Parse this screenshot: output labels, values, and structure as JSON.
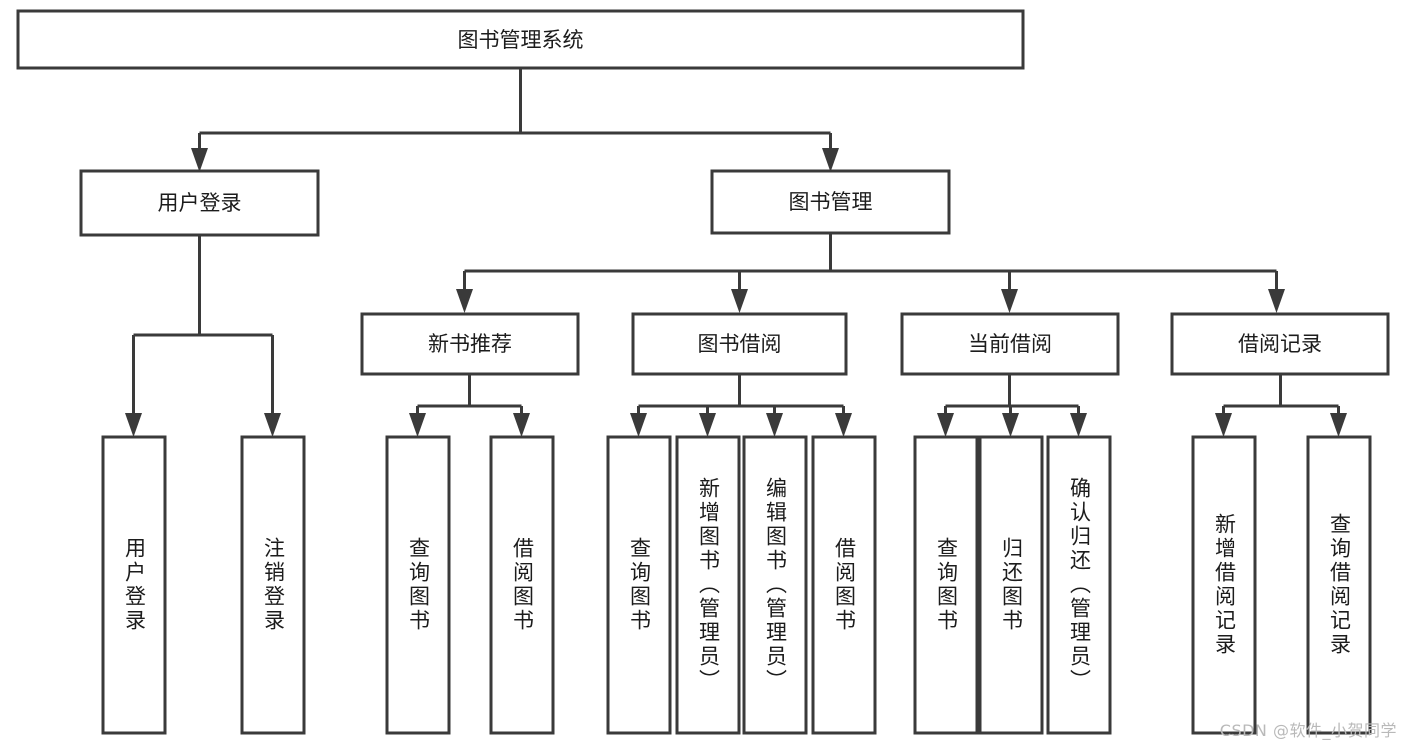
{
  "diagram": {
    "title": "图书管理系统",
    "watermark": "CSDN @软件_小贺同学",
    "type": "tree-hierarchy",
    "orientation": "top-down",
    "colors": {
      "stroke": "#3a3a3a",
      "fill": "#ffffff",
      "text": "#1c1c1c",
      "background": "#ffffff",
      "watermark": "#b9b9b9"
    },
    "nodes": {
      "root": {
        "label": "图书管理系统",
        "level": 1,
        "orientation": "horizontal"
      },
      "level2": [
        {
          "id": "user-login",
          "label": "用户登录",
          "orientation": "horizontal"
        },
        {
          "id": "book-manage",
          "label": "图书管理",
          "orientation": "horizontal"
        }
      ],
      "level3": [
        {
          "id": "new-book-rec",
          "label": "新书推荐",
          "orientation": "horizontal"
        },
        {
          "id": "book-borrow",
          "label": "图书借阅",
          "orientation": "horizontal"
        },
        {
          "id": "current-borrow",
          "label": "当前借阅",
          "orientation": "horizontal"
        },
        {
          "id": "borrow-record",
          "label": "借阅记录",
          "orientation": "horizontal"
        }
      ],
      "leaves": [
        {
          "id": "leaf-user-login",
          "label": "用户登录",
          "parent": "user-login",
          "orientation": "vertical"
        },
        {
          "id": "leaf-logout",
          "label": "注销登录",
          "parent": "user-login",
          "orientation": "vertical"
        },
        {
          "id": "leaf-query-book-1",
          "label": "查询图书",
          "parent": "new-book-rec",
          "orientation": "vertical"
        },
        {
          "id": "leaf-borrow-book-1",
          "label": "借阅图书",
          "parent": "new-book-rec",
          "orientation": "vertical"
        },
        {
          "id": "leaf-query-book-2",
          "label": "查询图书",
          "parent": "book-borrow",
          "orientation": "vertical"
        },
        {
          "id": "leaf-add-book",
          "label": "新增图书（管理员）",
          "parent": "book-borrow",
          "orientation": "vertical"
        },
        {
          "id": "leaf-edit-book",
          "label": "编辑图书（管理员）",
          "parent": "book-borrow",
          "orientation": "vertical"
        },
        {
          "id": "leaf-borrow-book-2",
          "label": "借阅图书",
          "parent": "book-borrow",
          "orientation": "vertical"
        },
        {
          "id": "leaf-query-book-3",
          "label": "查询图书",
          "parent": "current-borrow",
          "orientation": "vertical"
        },
        {
          "id": "leaf-return-book",
          "label": "归还图书",
          "parent": "current-borrow",
          "orientation": "vertical"
        },
        {
          "id": "leaf-confirm-return",
          "label": "确认归还（管理员）",
          "parent": "current-borrow",
          "orientation": "vertical"
        },
        {
          "id": "leaf-add-record",
          "label": "新增借阅记录",
          "parent": "borrow-record",
          "orientation": "vertical"
        },
        {
          "id": "leaf-query-record",
          "label": "查询借阅记录",
          "parent": "borrow-record",
          "orientation": "vertical"
        }
      ]
    }
  }
}
